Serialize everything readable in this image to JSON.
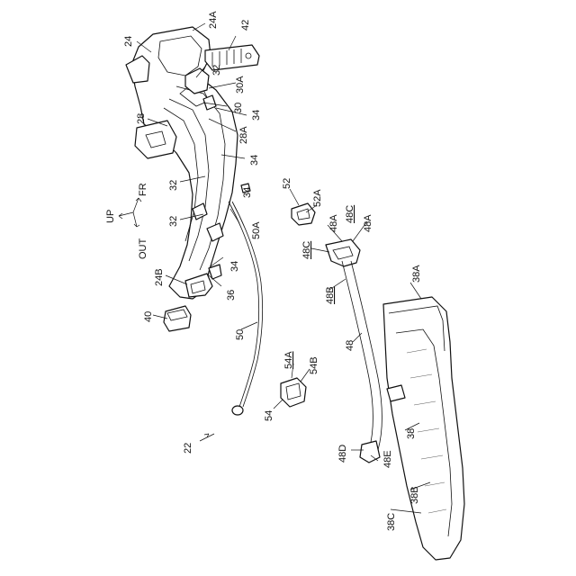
{
  "figure": {
    "labels": {
      "l24": "24",
      "l24A": "24A",
      "l42": "42",
      "l32a": "32",
      "l30A": "30A",
      "l30": "30",
      "l34a": "34",
      "l28": "28",
      "l28A": "28A",
      "l34b": "34",
      "l32b": "32",
      "l34c": "34",
      "l32c": "32",
      "l50A": "50A",
      "l34d": "34",
      "l24B": "24B",
      "l36": "36",
      "l40": "40",
      "l50": "50",
      "l52": "52",
      "l52A": "52A",
      "l48A1": "48A",
      "l48C1": "48C",
      "l48A2": "48A",
      "l48C2": "48C",
      "l48B": "48B",
      "l48": "48",
      "l54A": "54A",
      "l54B": "54B",
      "l54": "54",
      "l38A": "38A",
      "l38": "38",
      "l48D": "48D",
      "l48E": "48E",
      "l38B": "38B",
      "l38C": "38C",
      "l22": "22"
    },
    "compass": {
      "up": "UP",
      "fr": "FR",
      "out": "OUT"
    }
  }
}
